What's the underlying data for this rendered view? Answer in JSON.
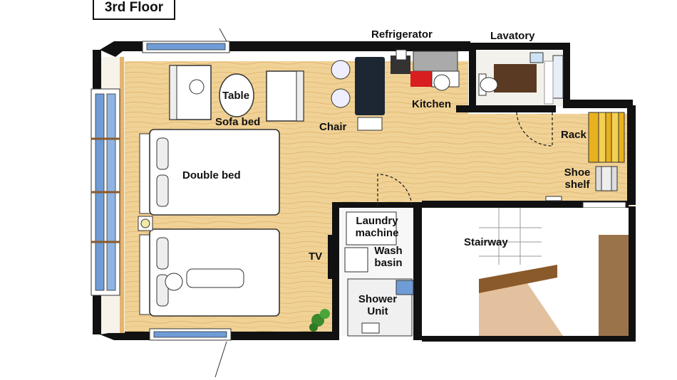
{
  "floor_title": "3rd Floor",
  "rooms": {
    "refrigerator": "Refrigerator",
    "lavatory": "Lavatory",
    "table": "Table",
    "sofa_bed": "Sofa bed",
    "chair": "Chair",
    "kitchen": "Kitchen",
    "rack": "Rack",
    "double_bed": "Double bed",
    "shoe_shelf_line1": "Shoe",
    "shoe_shelf_line2": "shelf",
    "laundry_line1": "Laundry",
    "laundry_line2": "machine",
    "wash_line1": "Wash",
    "wash_line2": "basin",
    "stairway": "Stairway",
    "tv": "TV",
    "shower_line1": "Shower",
    "shower_line2": "Unit"
  },
  "colors": {
    "wall": "#111111",
    "floor_wood": "#f1d296",
    "floor_grain": "#e2b872",
    "window_blue": "#6f9cd6",
    "accent_orange": "#d98a1a",
    "rack_yellow": "#e9b21c",
    "arrow_blue": "#1d6fd1",
    "kitchen_red": "#d81e1e",
    "stair_brown": "#8a5a2b"
  }
}
